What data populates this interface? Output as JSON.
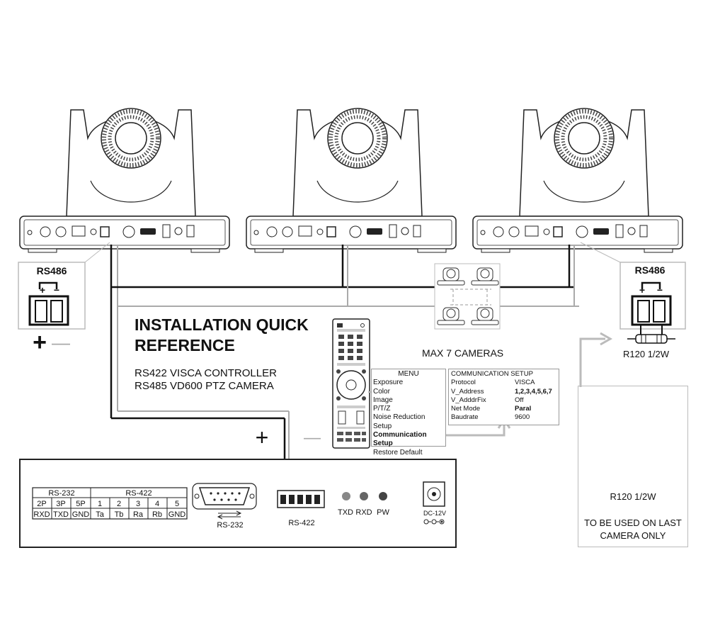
{
  "title": {
    "line1": "INSTALLATION QUICK",
    "line2": "REFERENCE"
  },
  "subtitle": {
    "line1": "RS422 VISCA CONTROLLER",
    "line2": "RS485 VD600 PTZ CAMERA"
  },
  "rs486_left": {
    "label": "RS486",
    "plus": "+",
    "minus": "−"
  },
  "rs486_right": {
    "label": "RS486",
    "plus": "+",
    "minus": "−"
  },
  "polarity_left": {
    "plus": "+",
    "minus": "—"
  },
  "polarity_controller": {
    "plus": "+",
    "minus": "—"
  },
  "max_cameras": "MAX 7 CAMERAS",
  "resistor_top": "R120 1/2W",
  "note": {
    "resistor": "R120 1/2W",
    "line1": "TO BE USED ON LAST",
    "line2": "CAMERA ONLY"
  },
  "menu": {
    "header": "MENU",
    "items": [
      "Exposure",
      "Color",
      "Image",
      "P/T/Z",
      "Noise Reduction",
      "Setup",
      "Communication Setup",
      "Restore Default"
    ],
    "bold_index": 6
  },
  "comm_setup": {
    "header": "COMMUNICATION SETUP",
    "rows": [
      {
        "key": "Protocol",
        "value": "VISCA",
        "bold": false
      },
      {
        "key": "V_Address",
        "value": "1,2,3,4,5,6,7",
        "bold": true
      },
      {
        "key": "V_AdddrFix",
        "value": "Off",
        "bold": false
      },
      {
        "key": "Net Mode",
        "value": "Paral",
        "bold": true
      },
      {
        "key": "Baudrate",
        "value": "9600",
        "bold": false
      }
    ]
  },
  "pin_table": {
    "groups": [
      {
        "label": "RS-232",
        "span": 3
      },
      {
        "label": "RS-422",
        "span": 5
      }
    ],
    "pins": [
      "2P",
      "3P",
      "5P",
      "1",
      "2",
      "3",
      "4",
      "5"
    ],
    "signals": [
      "RXD",
      "TXD",
      "GND",
      "Ta",
      "Tb",
      "Ra",
      "Rb",
      "GND"
    ]
  },
  "controller": {
    "rs232_label": "RS-232",
    "rs422_label": "RS-422",
    "leds": [
      "TXD",
      "RXD",
      "PW"
    ],
    "dc_label": "DC-12V"
  },
  "colors": {
    "line": "#111111",
    "gray_line": "#aaaaaa",
    "panel_border": "#222222",
    "light_border": "#bbbbbb"
  }
}
